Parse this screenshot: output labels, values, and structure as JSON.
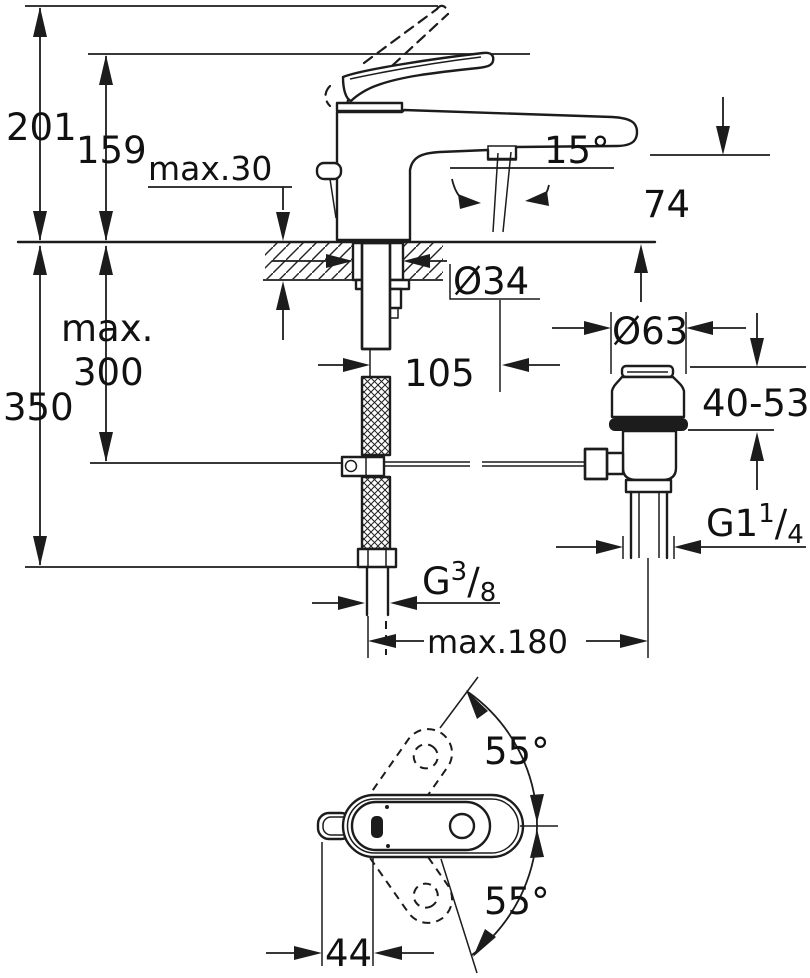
{
  "drawing": {
    "side_view": {
      "dim_total_height": "201",
      "dim_lever_height": "159",
      "dim_deck_thickness": "max.30",
      "dim_spray_angle": "15°",
      "dim_spout_height": "74",
      "dim_hole_diameter": "Ø34",
      "dim_projection": "105",
      "dim_mount_depth_word": "max.",
      "dim_mount_depth_value": "300",
      "dim_hose_length": "350",
      "dim_waste_flange_diameter": "Ø63",
      "dim_waste_height_range": "40-53",
      "waste_thread": {
        "base": "G1",
        "sup": "1",
        "slash": "/",
        "sub": "4"
      },
      "supply_thread": {
        "base": "G",
        "sup": "3",
        "slash": "/",
        "sub": "8"
      },
      "dim_waste_reach": "max.180"
    },
    "top_view": {
      "swivel_angle_upper": "55°",
      "swivel_angle_lower": "55°",
      "dim_rod_offset": "44"
    }
  },
  "colors": {
    "ink": "#1c1c1c",
    "background": "#ffffff"
  }
}
